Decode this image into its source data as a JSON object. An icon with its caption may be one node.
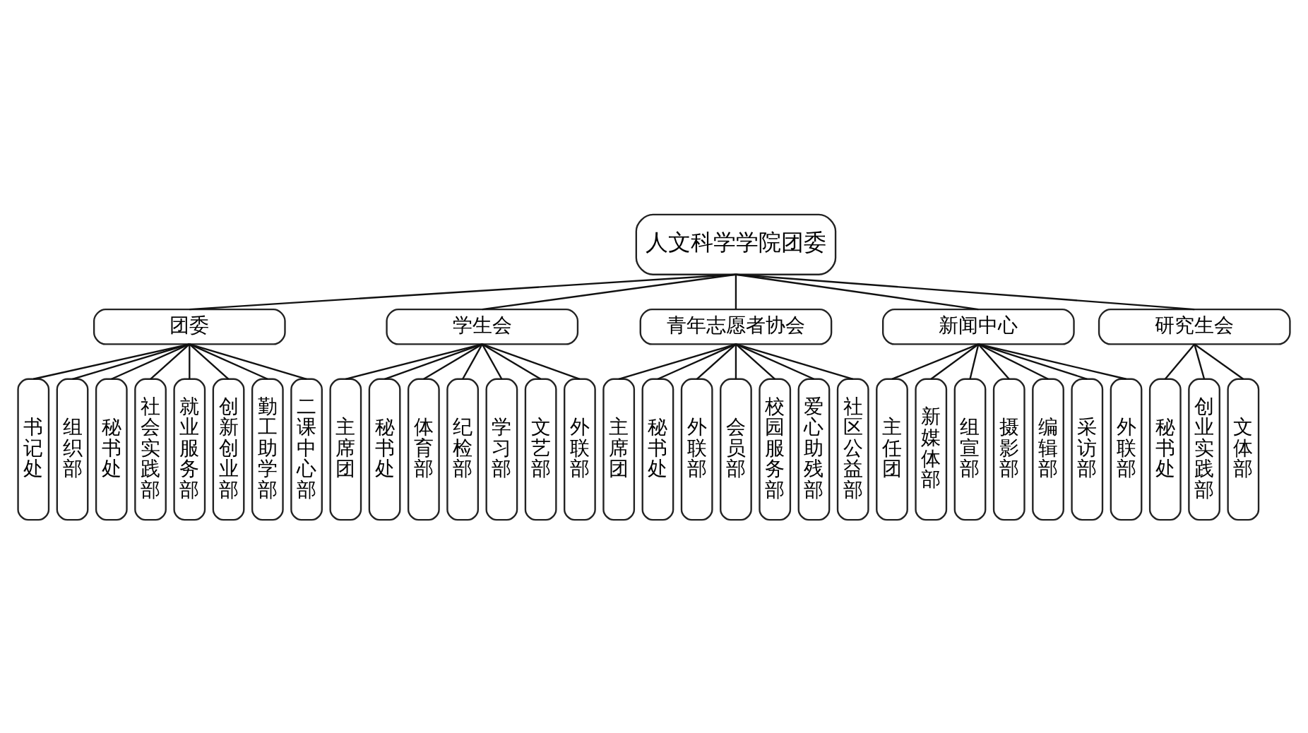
{
  "diagram": {
    "nodes": [
      {
        "text": [
          "人文科学学院团委"
        ]
      },
      {
        "text": [
          "团委"
        ]
      },
      {
        "text": [
          "学生会"
        ]
      },
      {
        "text": [
          "青年志愿者协会"
        ]
      },
      {
        "text": [
          "新闻中心"
        ]
      },
      {
        "text": [
          "研究生会"
        ]
      },
      {
        "text": [
          "书记处"
        ]
      },
      {
        "text": [
          "组织部"
        ]
      },
      {
        "text": [
          "秘书处"
        ]
      },
      {
        "text": [
          "社会实践部"
        ]
      },
      {
        "text": [
          "就业服务部"
        ]
      },
      {
        "text": [
          "创新创业部"
        ]
      },
      {
        "text": [
          "勤工助学部"
        ]
      },
      {
        "text": [
          "二课中心部"
        ]
      },
      {
        "text": [
          "主席团"
        ]
      },
      {
        "text": [
          "秘书处"
        ]
      },
      {
        "text": [
          "体育部"
        ]
      },
      {
        "text": [
          "纪检部"
        ]
      },
      {
        "text": [
          "学习部"
        ]
      },
      {
        "text": [
          "文艺部"
        ]
      },
      {
        "text": [
          "外联部"
        ]
      },
      {
        "text": [
          "主席团"
        ]
      },
      {
        "text": [
          "秘书处"
        ]
      },
      {
        "text": [
          "外联部"
        ]
      },
      {
        "text": [
          "会员部"
        ]
      },
      {
        "text": [
          "校园服务部"
        ]
      },
      {
        "text": [
          "爱心助残部"
        ]
      },
      {
        "text": [
          "社区公益部"
        ]
      },
      {
        "text": [
          "主任团"
        ]
      },
      {
        "text": [
          "新媒体部"
        ]
      },
      {
        "text": [
          "组宣部"
        ]
      },
      {
        "text": [
          "摄影部"
        ]
      },
      {
        "text": [
          "编辑部"
        ]
      },
      {
        "text": [
          "采访部"
        ]
      },
      {
        "text": [
          "外联部"
        ]
      },
      {
        "text": [
          "秘书处"
        ]
      },
      {
        "text": [
          "创业实践部"
        ]
      },
      {
        "text": [
          "文体部"
        ]
      }
    ],
    "edges": [
      {
        "from": 0,
        "to": 1,
        "arrow": "none"
      },
      {
        "from": 0,
        "to": 2,
        "arrow": "none"
      },
      {
        "from": 0,
        "to": 3,
        "arrow": "none"
      },
      {
        "from": 0,
        "to": 4,
        "arrow": "none"
      },
      {
        "from": 0,
        "to": 5,
        "arrow": "none"
      },
      {
        "from": 1,
        "to": 6,
        "arrow": "none"
      },
      {
        "from": 1,
        "to": 7,
        "arrow": "none"
      },
      {
        "from": 1,
        "to": 8,
        "arrow": "none"
      },
      {
        "from": 1,
        "to": 9,
        "arrow": "none"
      },
      {
        "from": 1,
        "to": 10,
        "arrow": "none"
      },
      {
        "from": 1,
        "to": 11,
        "arrow": "none"
      },
      {
        "from": 1,
        "to": 12,
        "arrow": "none"
      },
      {
        "from": 1,
        "to": 13,
        "arrow": "none"
      },
      {
        "from": 2,
        "to": 14,
        "arrow": "none"
      },
      {
        "from": 2,
        "to": 15,
        "arrow": "none"
      },
      {
        "from": 2,
        "to": 16,
        "arrow": "none"
      },
      {
        "from": 2,
        "to": 17,
        "arrow": "none"
      },
      {
        "from": 2,
        "to": 18,
        "arrow": "none"
      },
      {
        "from": 2,
        "to": 19,
        "arrow": "none"
      },
      {
        "from": 2,
        "to": 20,
        "arrow": "none"
      },
      {
        "from": 3,
        "to": 21,
        "arrow": "none"
      },
      {
        "from": 3,
        "to": 22,
        "arrow": "none"
      },
      {
        "from": 3,
        "to": 23,
        "arrow": "none"
      },
      {
        "from": 3,
        "to": 24,
        "arrow": "none"
      },
      {
        "from": 3,
        "to": 25,
        "arrow": "none"
      },
      {
        "from": 3,
        "to": 26,
        "arrow": "none"
      },
      {
        "from": 3,
        "to": 27,
        "arrow": "none"
      },
      {
        "from": 4,
        "to": 28,
        "arrow": "none"
      },
      {
        "from": 4,
        "to": 29,
        "arrow": "none"
      },
      {
        "from": 4,
        "to": 30,
        "arrow": "none"
      },
      {
        "from": 4,
        "to": 31,
        "arrow": "none"
      },
      {
        "from": 4,
        "to": 32,
        "arrow": "none"
      },
      {
        "from": 4,
        "to": 33,
        "arrow": "none"
      },
      {
        "from": 4,
        "to": 34,
        "arrow": "none"
      },
      {
        "from": 5,
        "to": 35,
        "arrow": "none"
      },
      {
        "from": 5,
        "to": 36,
        "arrow": "none"
      },
      {
        "from": 5,
        "to": 37,
        "arrow": "none"
      }
    ]
  }
}
